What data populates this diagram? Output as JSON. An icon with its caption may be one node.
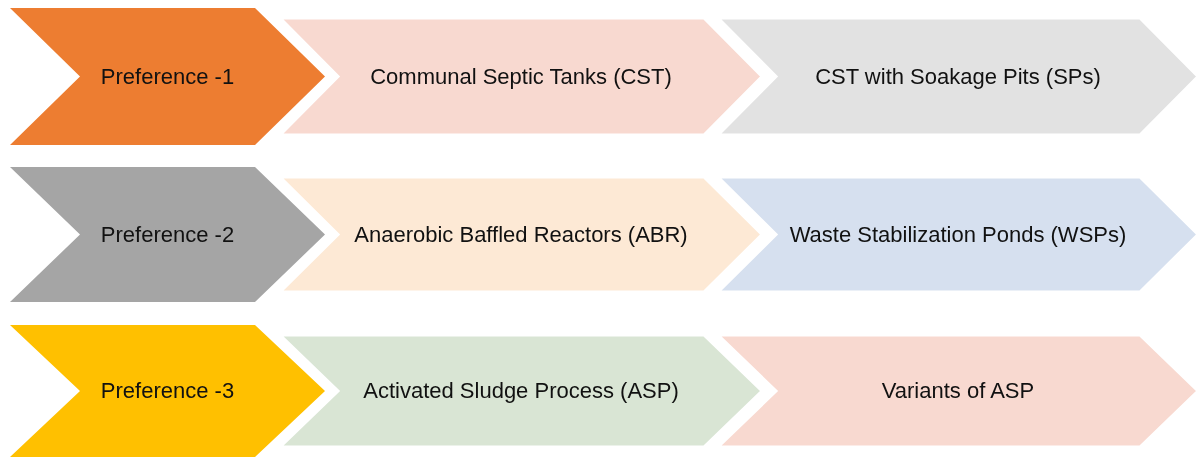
{
  "diagram": {
    "nodes": [
      {
        "text": [
          "Preference -1"
        ]
      },
      {
        "text": [
          "Communal Septic Tanks (CST)"
        ]
      },
      {
        "text": [
          "CST with Soakage Pits (SPs)"
        ]
      },
      {
        "text": [
          "Preference -2"
        ]
      },
      {
        "text": [
          "Anaerobic Baffled Reactors (ABR)"
        ]
      },
      {
        "text": [
          "Waste Stabilization Ponds (WSPs)"
        ]
      },
      {
        "text": [
          "Preference -3"
        ]
      },
      {
        "text": [
          "Activated Sludge Process (ASP)"
        ]
      },
      {
        "text": [
          "Variants of ASP"
        ]
      }
    ]
  }
}
